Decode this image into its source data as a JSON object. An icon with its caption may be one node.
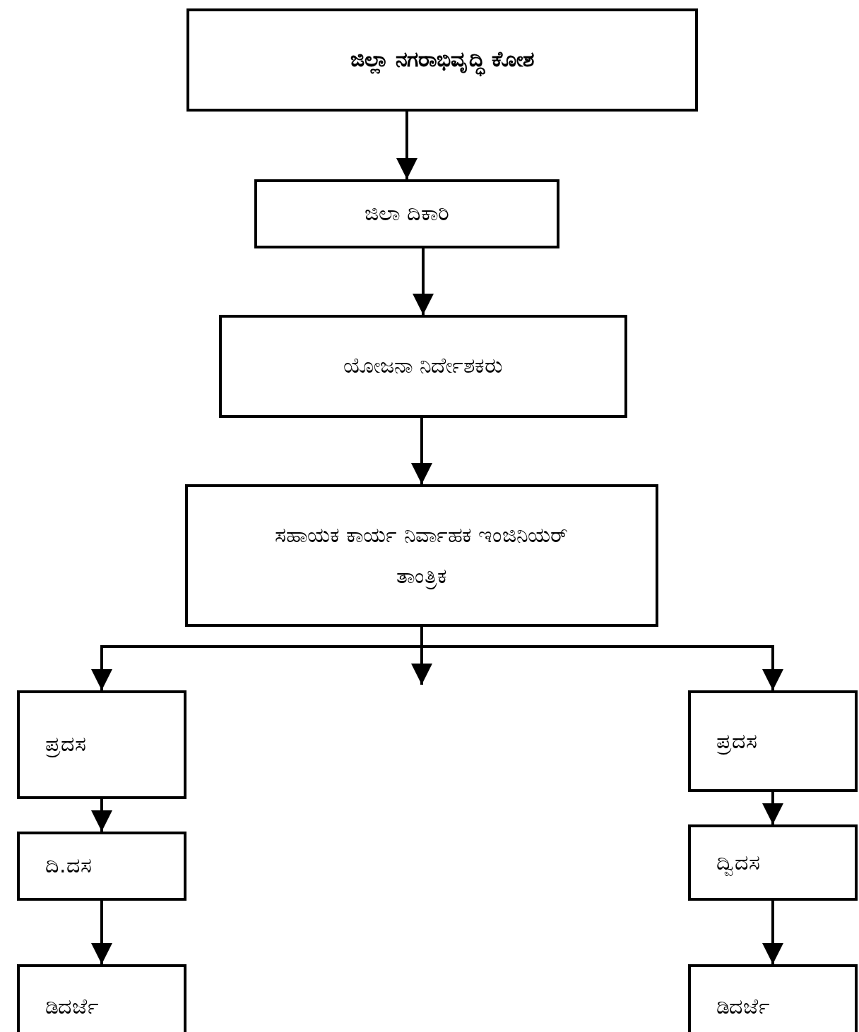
{
  "diagram": {
    "nodes": [
      {
        "text": [
          "ಜಿಲ್ಲಾ ನಗರಾಭಿವೃದ್ಧಿ ಕೋಶ"
        ]
      },
      {
        "text": [
          "ಜಿಲಾ ದಿಕಾರಿ"
        ]
      },
      {
        "text": [
          "ಯೋಜನಾ ನಿರ್ದೇಶಕರು"
        ]
      },
      {
        "text": [
          "ಸಹಾಯಕ ಕಾರ್ಯ ನಿರ್ವಾಹಕ ಇಂಜಿನಿಯರ್ ತಾಂತ್ರಿಕ"
        ]
      },
      {
        "text": [
          "ಪ್ರದಸ"
        ]
      },
      {
        "text": [
          "ದಿ.ದಸ"
        ]
      },
      {
        "text": [
          "ಡಿದರ್ಜೆ"
        ]
      },
      {
        "text": [
          "ಪ್ರದಸ"
        ]
      },
      {
        "text": [
          "ದ್ವಿದಸ"
        ]
      },
      {
        "text": [
          "ಡಿದರ್ಜೆ"
        ]
      }
    ],
    "edges": [
      {
        "from": 0,
        "to": 1,
        "arrow": "to"
      },
      {
        "from": 1,
        "to": 2,
        "arrow": "to"
      },
      {
        "from": 2,
        "to": 3,
        "arrow": "to"
      },
      {
        "from": 3,
        "to": 4,
        "arrow": "to"
      },
      {
        "from": 3,
        "to": null,
        "arrow": "to"
      },
      {
        "from": 3,
        "to": 7,
        "arrow": "to"
      },
      {
        "from": 4,
        "to": 5,
        "arrow": "to"
      },
      {
        "from": 5,
        "to": 6,
        "arrow": "to"
      },
      {
        "from": 7,
        "to": 8,
        "arrow": "to"
      },
      {
        "from": 8,
        "to": 9,
        "arrow": "to"
      }
    ]
  }
}
